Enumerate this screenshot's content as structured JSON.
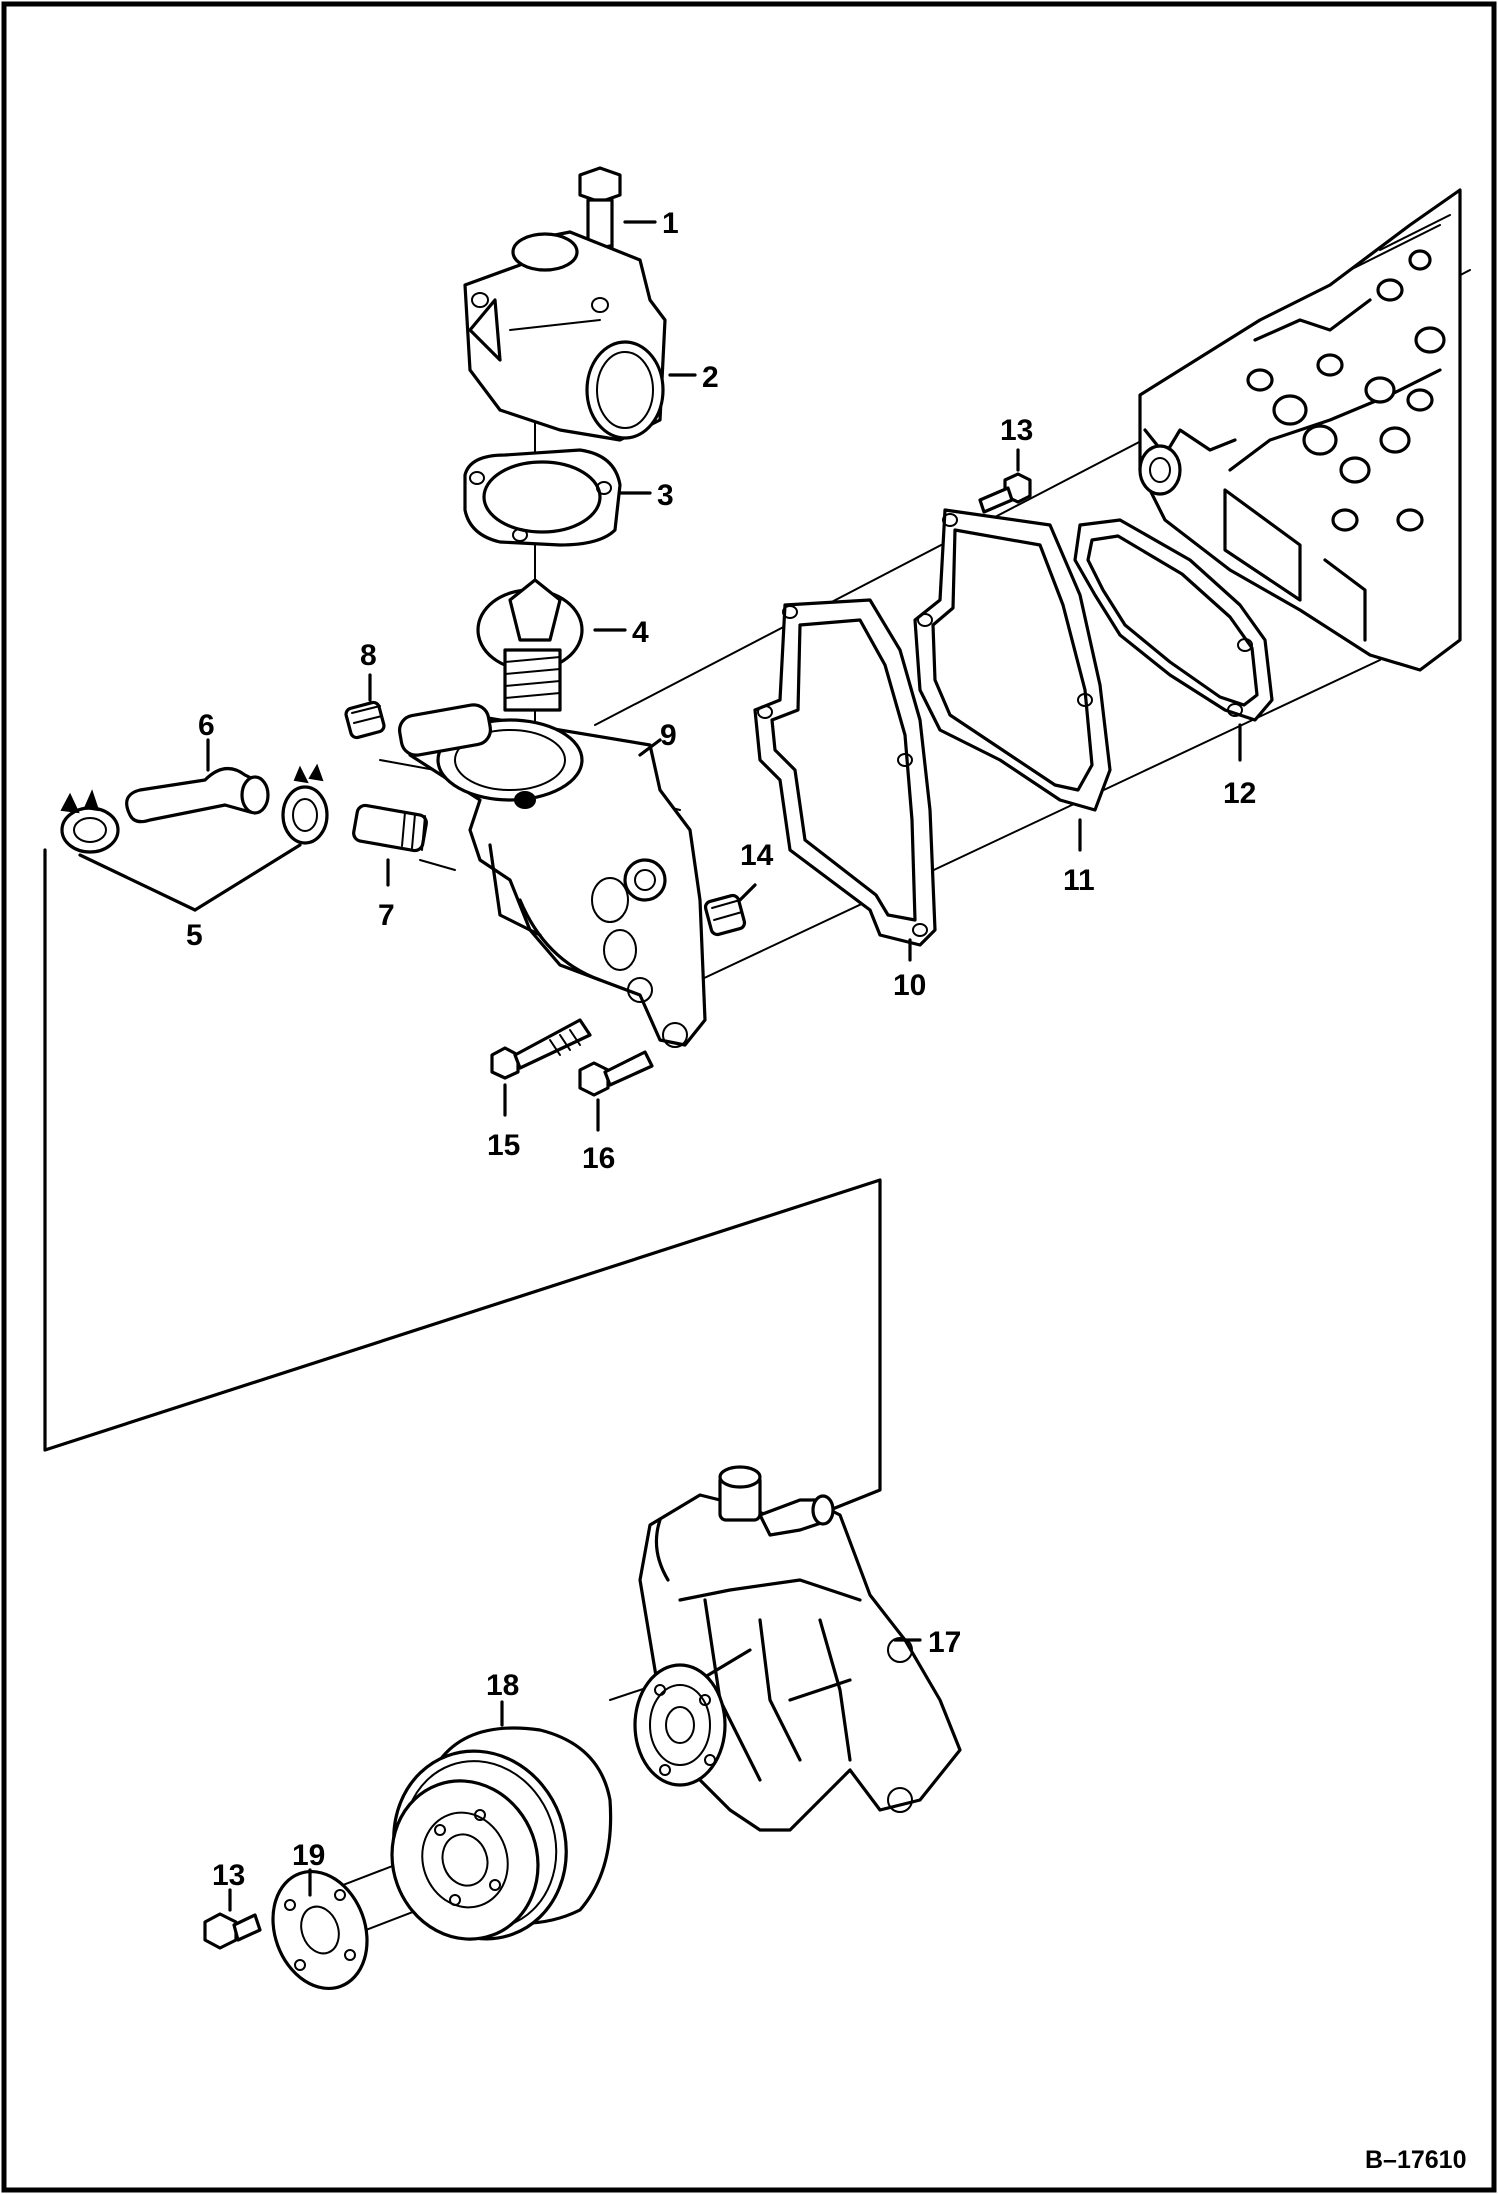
{
  "figure": {
    "reference": "B–17610"
  },
  "callouts": [
    {
      "id": "c1",
      "text": "1"
    },
    {
      "id": "c2",
      "text": "2"
    },
    {
      "id": "c3",
      "text": "3"
    },
    {
      "id": "c4",
      "text": "4"
    },
    {
      "id": "c5",
      "text": "5"
    },
    {
      "id": "c6",
      "text": "6"
    },
    {
      "id": "c7",
      "text": "7"
    },
    {
      "id": "c8",
      "text": "8"
    },
    {
      "id": "c9",
      "text": "9"
    },
    {
      "id": "c10",
      "text": "10"
    },
    {
      "id": "c11",
      "text": "11"
    },
    {
      "id": "c12",
      "text": "12"
    },
    {
      "id": "c13a",
      "text": "13"
    },
    {
      "id": "c13b",
      "text": "13"
    },
    {
      "id": "c14",
      "text": "14"
    },
    {
      "id": "c15",
      "text": "15"
    },
    {
      "id": "c16",
      "text": "16"
    },
    {
      "id": "c17",
      "text": "17"
    },
    {
      "id": "c18",
      "text": "18"
    },
    {
      "id": "c19",
      "text": "19"
    }
  ]
}
